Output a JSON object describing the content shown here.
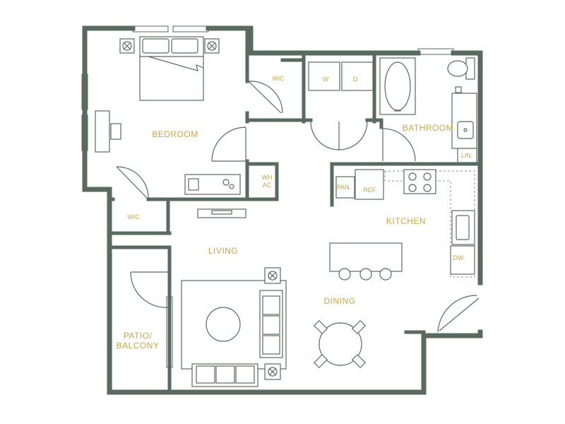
{
  "rooms": {
    "bedroom": "BEDROOM",
    "wic_bedroom": "WIC",
    "wic_lower": "WIC",
    "washer": "W",
    "dryer": "D",
    "bathroom": "BATHROOM",
    "linen": "LIN.",
    "wh_ac_line1": "WH",
    "wh_ac_line2": "AC",
    "pantry": "PAN.",
    "refrigerator": "REF.",
    "kitchen": "KITCHEN",
    "dishwasher": "DW.",
    "living": "LIVING",
    "dining": "DINING",
    "patio_line1": "PATIO/",
    "patio_line2": "BALCONY"
  }
}
